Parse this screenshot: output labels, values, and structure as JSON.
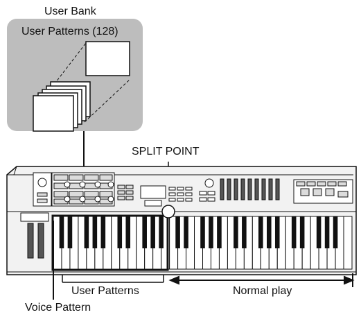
{
  "labels": {
    "user_bank": "User Bank",
    "user_patterns_count": "User Patterns (128)",
    "split_point": "SPLIT POINT",
    "user_patterns": "User Patterns",
    "normal_play": "Normal play",
    "voice_pattern": "Voice Pattern"
  },
  "colors": {
    "user_bank_box": "#bdbdbd",
    "keyboard_body": "#f2f2f2",
    "outline": "#111111",
    "black_key": "#111111",
    "white_key": "#ffffff",
    "panel": "#dcdcdc"
  },
  "icons": [
    "pattern-card-icon",
    "stacked-cards-icon",
    "split-point-circle-icon",
    "double-arrow-icon"
  ]
}
